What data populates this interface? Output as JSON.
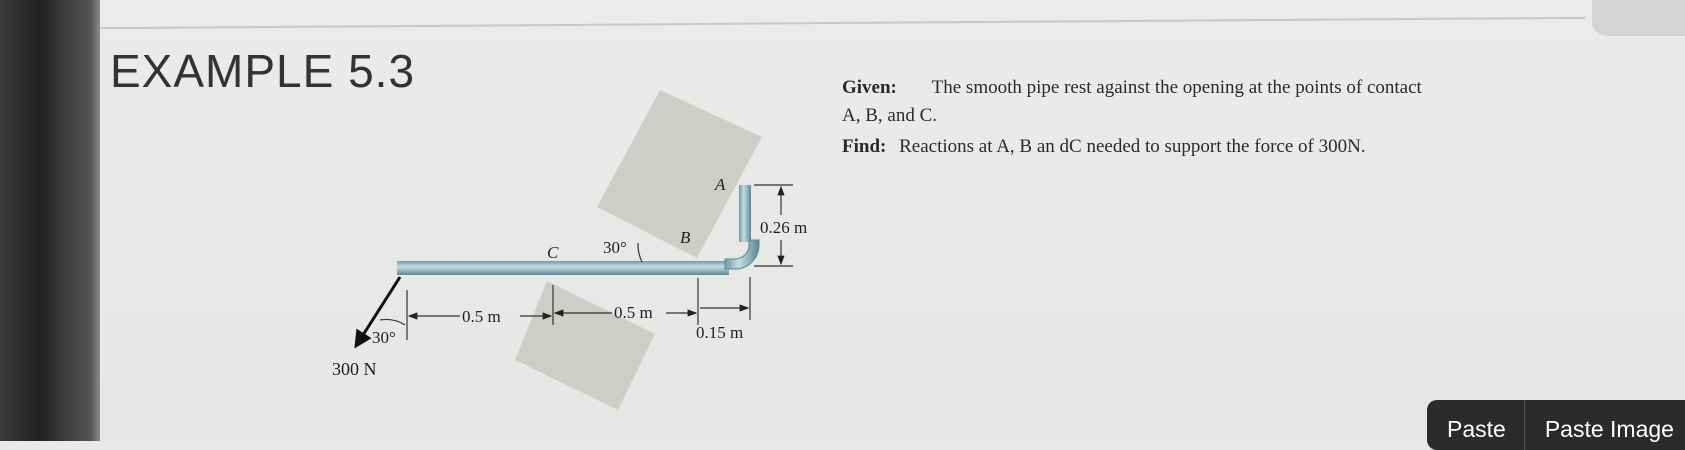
{
  "title": "EXAMPLE 5.3",
  "given": {
    "label": "Given:",
    "text": "The smooth pipe rest against the opening at the points of contact",
    "text2": "A, B, and C."
  },
  "find": {
    "label": "Find:",
    "text": "Reactions at A, B an dC needed to support the force of 300N."
  },
  "diagram": {
    "point_a": "A",
    "point_b": "B",
    "point_c": "C",
    "angle_wall": "30°",
    "angle_force": "30°",
    "force": "300 N",
    "dim1": "0.5 m",
    "dim2": "0.5 m",
    "dim3": "0.15 m",
    "dim4": "0.26 m",
    "pipe_color": "#8fb9c4"
  },
  "context_menu": {
    "items": [
      "Paste",
      "Paste Image"
    ]
  }
}
